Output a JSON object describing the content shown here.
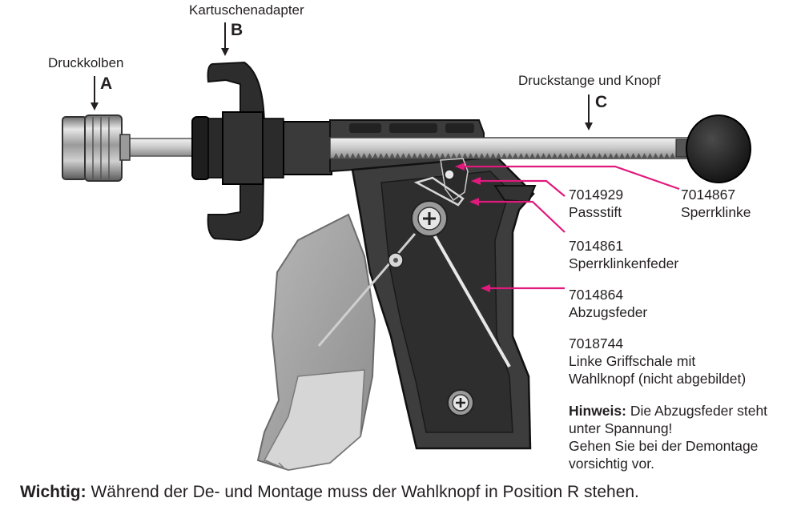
{
  "parts": {
    "A": {
      "letter": "A",
      "name": "Druckkolben"
    },
    "B": {
      "letter": "B",
      "name": "Kartuschenadapter"
    },
    "C": {
      "letter": "C",
      "name": "Druckstange und Knopf"
    }
  },
  "callouts": [
    {
      "number": "7014929",
      "name": "Passstift"
    },
    {
      "number": "7014867",
      "name": "Sperrklinke"
    },
    {
      "number": "7014861",
      "name": "Sperrklinkenfeder"
    },
    {
      "number": "7014864",
      "name": "Abzugsfeder"
    },
    {
      "number": "7018744",
      "name_line1": "Linke Griffschale mit",
      "name_line2": "Wahlknopf (nicht abgebildet)"
    }
  ],
  "note": {
    "label": "Hinweis:",
    "text_line1": " Die Abzugsfeder steht",
    "text_line2": "unter Spannung!",
    "text_line3": "Gehen Sie bei der Demontage",
    "text_line4": "vorsichtig vor."
  },
  "footer": {
    "label": "Wichtig:",
    "text": " Während der De- und Montage muss der Wahlknopf in Position R stehen."
  },
  "colors": {
    "leader": "#e0197d",
    "body": "#3a3a3a",
    "trigger": "#9e9e9e",
    "rod": "#d9d9d9"
  }
}
